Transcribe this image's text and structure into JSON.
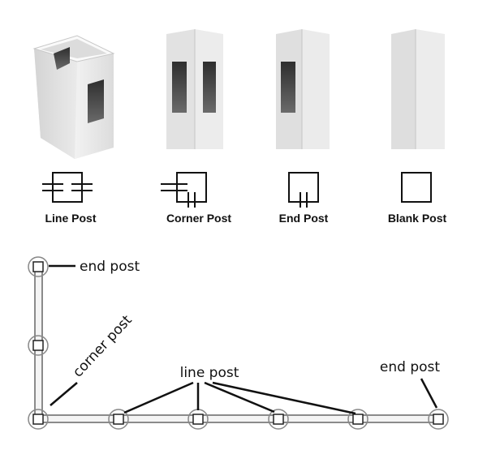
{
  "post_types": [
    {
      "id": "line",
      "label": "Line Post"
    },
    {
      "id": "corner",
      "label": "Corner Post"
    },
    {
      "id": "end",
      "label": "End Post"
    },
    {
      "id": "blank",
      "label": "Blank Post"
    }
  ],
  "layout_callouts": {
    "end_post_top": "end post",
    "corner_post": "corner post",
    "line_post": "line post",
    "end_post_right": "end post"
  },
  "colors": {
    "post_face_light": "#eeeeee",
    "post_face_mid": "#d6d6d6",
    "post_face_dark": "#c2c2c2",
    "routing_hole": "#444444",
    "line": "#111111",
    "rail": "#cfcfcf",
    "ring": "#9a9a9a"
  }
}
